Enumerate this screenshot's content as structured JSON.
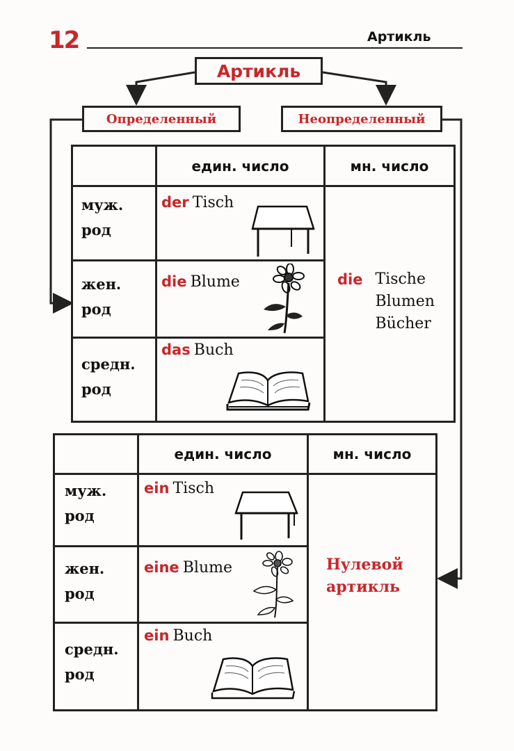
{
  "header": {
    "page_number": "12",
    "title": "Артикль"
  },
  "diagram": {
    "root": "Артикль",
    "definite": "Определенный",
    "indefinite": "Неопределенный"
  },
  "definite_table": {
    "col_singular": "един. число",
    "col_plural": "мн. число",
    "rows": [
      {
        "gender1": "муж.",
        "gender2": "род",
        "article": "der",
        "noun": "Tisch"
      },
      {
        "gender1": "жен.",
        "gender2": "род",
        "article": "die",
        "noun": "Blume"
      },
      {
        "gender1": "средн.",
        "gender2": "род",
        "article": "das",
        "noun": "Buch"
      }
    ],
    "plural": {
      "article": "die",
      "nouns": [
        "Tische",
        "Blumen",
        "Bücher"
      ]
    }
  },
  "indefinite_table": {
    "col_singular": "един. число",
    "col_plural": "мн. число",
    "rows": [
      {
        "gender1": "муж.",
        "gender2": "род",
        "article": "ein",
        "noun": "Tisch"
      },
      {
        "gender1": "жен.",
        "gender2": "род",
        "article": "eine",
        "noun": "Blume"
      },
      {
        "gender1": "средн.",
        "gender2": "род",
        "article": "ein",
        "noun": "Buch"
      }
    ],
    "plural": {
      "line1": "Нулевой",
      "line2": "артикль"
    }
  },
  "colors": {
    "accent": "#c8262b",
    "ink": "#222222"
  },
  "icons": [
    "table-icon",
    "flower-icon",
    "book-icon"
  ]
}
